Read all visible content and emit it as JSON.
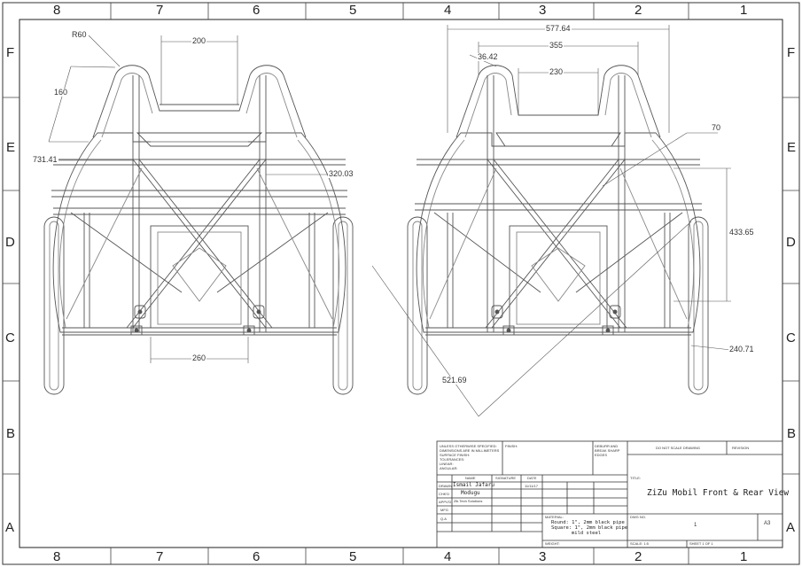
{
  "zones": {
    "columns": [
      "8",
      "7",
      "6",
      "5",
      "4",
      "3",
      "2",
      "1"
    ],
    "rows": [
      "F",
      "E",
      "D",
      "C",
      "B",
      "A"
    ]
  },
  "dimensions": {
    "front": {
      "r60": "R60",
      "w200": "200",
      "h160": "160",
      "h731": "731.41",
      "h320": "320.03",
      "w260": "260"
    },
    "rear": {
      "w577": "577.64",
      "w355": "355",
      "a3642": "36.42",
      "w230": "230",
      "d70": "70",
      "h433": "433.65",
      "d240": "240.71",
      "d521": "521.69"
    }
  },
  "title_block": {
    "tolerance_note": [
      "UNLESS OTHERWISE SPECIFIED:",
      "DIMENSIONS ARE IN MILLIMETERS",
      "SURFACE FINISH:",
      "TOLERANCES:",
      "  LINEAR:",
      "  ANGULAR:"
    ],
    "finish_label": "FINISH:",
    "deburr_note": [
      "DEBURR AND",
      "BREAK SHARP",
      "EDGES"
    ],
    "do_not_scale": "DO NOT SCALE DRAWING",
    "revision_label": "REVISION",
    "title_label": "TITLE:",
    "title": "ZiZu Mobil Front & Rear View",
    "col_name": "NAME",
    "col_signature": "SIGNATURE",
    "col_date": "DATE",
    "rows": [
      {
        "label": "DRAWN",
        "name": "Ismail Jafaru",
        "date": "11/11/17"
      },
      {
        "label": "CHK'D",
        "name": "Modugu",
        "date": ""
      },
      {
        "label": "APPV'D",
        "name": "Zik Tech Solutions",
        "date": ""
      },
      {
        "label": "MFG",
        "name": "",
        "date": ""
      },
      {
        "label": "Q.A",
        "name": "",
        "date": ""
      }
    ],
    "material_label": "MATERIAL:",
    "material_lines": [
      "Round: 1\", 2mm black pipe",
      "Square: 1\", 2mm black pipe",
      "mild steel"
    ],
    "dwg_no_label": "DWG NO.",
    "dwg_no": "1",
    "sheet_size": "A3",
    "weight_label": "WEIGHT:",
    "scale": "SCALE: 1:5",
    "sheet": "SHEET 1 OF 1"
  }
}
